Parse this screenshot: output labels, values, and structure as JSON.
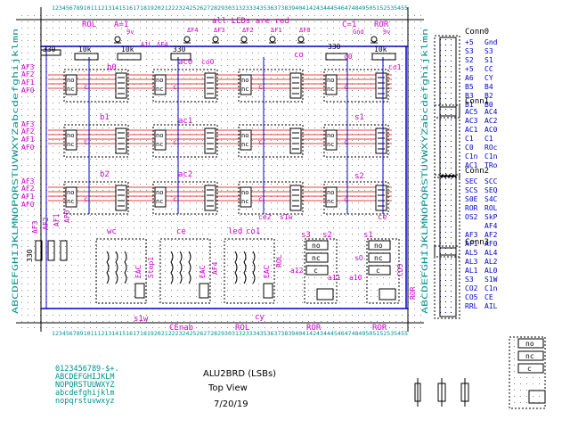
{
  "header_labels": {
    "rol": "ROL",
    "a_eq_1": "A=1",
    "all_leds_red": "all LEDs are red",
    "c_eq_1": "C=1",
    "ror": "ROR",
    "v9_left": "9v",
    "v9_right": "9v",
    "gnd": "Gnd",
    "a1l": "A1L",
    "af4": "ΔF4",
    "led_af3": "ΔF3",
    "led_af2": "ΔF2",
    "led_af1": "ΔF1",
    "led_af0": "ΔF0",
    "led_af4": "ΔF4"
  },
  "resistors": {
    "top_left": "330",
    "r10k_1": "10k",
    "r10k_2": "10k",
    "top_mid": "330",
    "top_right": "330",
    "r10k_3": "10k",
    "bottom_left": "330"
  },
  "relays": {
    "nc": "nc",
    "no": "no",
    "c": "c",
    "row_labels": [
      "b0",
      "ac0",
      "co",
      "b1",
      "ac1",
      "s1",
      "b2",
      "ac2",
      "s2",
      "ce"
    ],
    "misc": [
      "co0",
      "ce2",
      "s1w",
      "co1",
      "c0"
    ]
  },
  "left_signals": [
    "AF3",
    "AF2",
    "AF1",
    "AF0",
    "AF3",
    "AF2",
    "AF1",
    "AF0",
    "AF3",
    "AF2",
    "AF1",
    "AF0"
  ],
  "left_bottom_labels": [
    "AF3",
    "AF2",
    "AF1",
    "AF0"
  ],
  "left_column_letters": "ABCDEFGHIJKLMNOPQRSTUVWXYZabcdefghijklmn",
  "right_column_letters": "ABCDEFGHIJKLMNOPQRSTUVWXYZabcdefghijklmn",
  "top_numbers": "12345678910111213141516171819202122232425262728293031323334353637383940414243444546474849505152535455",
  "bottom_numbers": "12345678910111213141516171819202122232425262728293031323334353637383940414243444546474849505152535455",
  "connectors": [
    {
      "name": "Conn0",
      "pins": [
        [
          "+5",
          "Gnd"
        ],
        [
          "S3",
          "S3"
        ],
        [
          "S2",
          "S1"
        ],
        [
          "+5",
          "CC"
        ],
        [
          "A6",
          "CY"
        ],
        [
          "B5",
          "B4"
        ],
        [
          "B3",
          "B2"
        ],
        [
          "B1",
          "B0"
        ]
      ]
    },
    {
      "name": "Conn1",
      "pins": [
        [
          "AC5",
          "AC4"
        ],
        [
          "AC3",
          "AC2"
        ],
        [
          "AC1",
          "AC0"
        ],
        [
          "C1",
          "C1"
        ],
        [
          "C0",
          "ROc"
        ],
        [
          "C1n",
          "C1n"
        ],
        [
          "AC1",
          "TRo"
        ]
      ]
    },
    {
      "name": "Conn2",
      "pins": [
        [
          "SEC",
          "SCC"
        ],
        [
          "SCS",
          "SEQ"
        ],
        [
          "S0E",
          "S4C"
        ],
        [
          "ROR",
          "ROL"
        ],
        [
          "OS2",
          "SkP"
        ],
        [
          "",
          "AF4"
        ],
        [
          "AF3",
          "AF2"
        ],
        [
          "AF1",
          "AF0"
        ]
      ]
    },
    {
      "name": "Conn3",
      "pins": [
        [
          "AL5",
          "AL4"
        ],
        [
          "AL3",
          "AL2"
        ],
        [
          "AL1",
          "AL0"
        ],
        [
          "S3",
          "S1W"
        ],
        [
          "CO2",
          "C1n"
        ],
        [
          "CO5",
          "CE"
        ],
        [
          "RRL",
          "AIL"
        ]
      ]
    }
  ],
  "bottom_section": {
    "labels_top": [
      "wc",
      "ce",
      "led",
      "co1",
      "s3",
      "s2",
      "s1"
    ],
    "eac": "EAC",
    "step1": "Step1",
    "af4": "AF4",
    "rol": "ROL",
    "a12": "a12",
    "a11": "a11",
    "a10": "a10",
    "co5": "CO5",
    "ror": "ROR",
    "s0": "sO",
    "bottom_labels": [
      "s1w",
      "cy",
      "CEnab",
      "ROL",
      "ROR",
      "ROR"
    ]
  },
  "font_sample": [
    "0123456789-$+.",
    "ABCDEFGHIJKLM",
    "NOPQRSTUUWXYZ",
    "abcdefghijklm",
    "nopqrstuvwxyz"
  ],
  "title_block": {
    "title": "ALU2BRD  (LSBs)",
    "subtitle": "Top View",
    "date": "7/20/19"
  },
  "colors": {
    "magenta": "#cc00cc",
    "blue": "#0000cc",
    "red": "#e00000",
    "teal": "#009090",
    "black": "#000000"
  }
}
